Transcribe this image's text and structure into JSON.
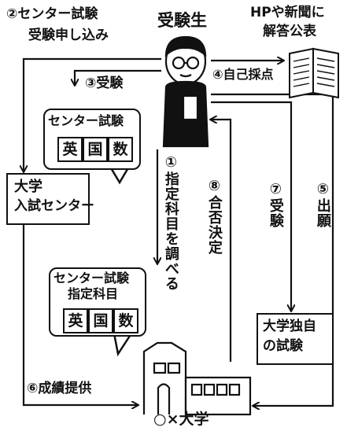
{
  "nodes": {
    "student": "受験生",
    "media": [
      "HPや新聞に",
      "解答公表"
    ],
    "center": [
      "大学",
      "入試センター"
    ],
    "university_exam": [
      "大学独自",
      "の試験"
    ],
    "university": "○×大学"
  },
  "bubbles": {
    "top": {
      "title": "センター試験",
      "subjects": [
        "英",
        "国",
        "数"
      ]
    },
    "bottom": {
      "title": [
        "センター試験",
        "指定科目"
      ],
      "subjects": [
        "英",
        "国",
        "数"
      ]
    }
  },
  "steps": {
    "s1": "①指定科目を調べる",
    "s2": [
      "②センター試験",
      "受験申し込み"
    ],
    "s3": "③受験",
    "s4": "④自己採点",
    "s5": "⑤出願",
    "s6": "⑥成績提供",
    "s7": "⑦受験",
    "s8": "⑧合否決定"
  }
}
